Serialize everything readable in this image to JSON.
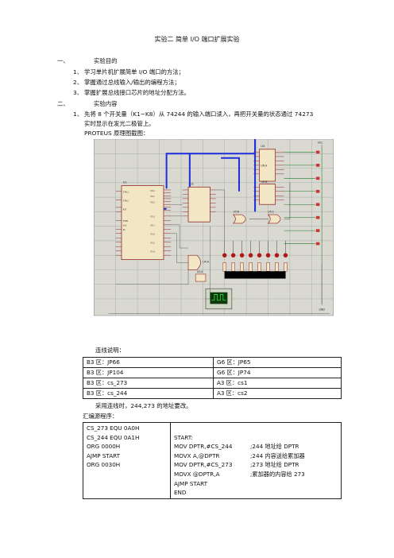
{
  "title": "实验二    简单 I/O 端口扩展实验",
  "section1": {
    "num": "一、",
    "title": "实验目的"
  },
  "goals": [
    {
      "num": "1、",
      "text": "学习单片机扩展简单 I/O 端口的方法；"
    },
    {
      "num": "2、",
      "text": "掌握通过总线输入/输出的编程方法；"
    },
    {
      "num": "3、",
      "text": "掌握扩展总线接口芯片的地址分配方法。"
    }
  ],
  "section2": {
    "num": "二、",
    "title": "实验内容"
  },
  "content": {
    "num": "1、",
    "line1": "先将 8 个开关量（K1~K8）从 74244 的输入端口读入，再把开关量的状态通过 74273",
    "line2": "实时显示在发光二极管上。",
    "line3": "PROTEUS 原理图截图："
  },
  "schematic": {
    "ic_u1": "U1",
    "ic_u2": "U2",
    "ic_u3": "U3",
    "ic_u4a": "U4:A",
    "ic_u5a": "U5:A",
    "ic_u5b": "U5:B",
    "ic_u5c": "U5:C",
    "ic_u6a": "U6:A",
    "ic_u6b": "U6:B",
    "vcc": "VCC",
    "gnd": "GND"
  },
  "wiring_label": "连线说明：",
  "wiring": [
    [
      "B3 区：JP66",
      "G6 区：JP65"
    ],
    [
      "B3 区：JP104",
      "G6 区：JP74"
    ],
    [
      "B3 区：cs_273",
      "A3 区：cs1"
    ],
    [
      "B3 区：cs_244",
      "A3 区：cs2"
    ]
  ],
  "wiring_note": "采用连线时，244,273 的地址要改。",
  "asm_label": "汇编源程序：",
  "asm_left": [
    "CS_273    EQU 0A0H",
    "CS_244    EQU 0A1H",
    "ORG 0000H",
    "AJMP START",
    "ORG 0030H"
  ],
  "asm_right": [
    {
      "code": "",
      "comment": ""
    },
    {
      "code": "START:",
      "comment": ""
    },
    {
      "code": "MOV DPTR,#CS_244",
      "comment": ";244 地址给 DPTR"
    },
    {
      "code": "MOVX A,@DPTR",
      "comment": ";244 内容送给累加器"
    },
    {
      "code": "MOV DPTR,#CS_273",
      "comment": ";273 地址给 DPTR"
    },
    {
      "code": "MOVX @DPTR,A",
      "comment": ";累加器的内容给 273"
    },
    {
      "code": "AJMP START",
      "comment": ""
    },
    {
      "code": "END",
      "comment": ""
    }
  ]
}
